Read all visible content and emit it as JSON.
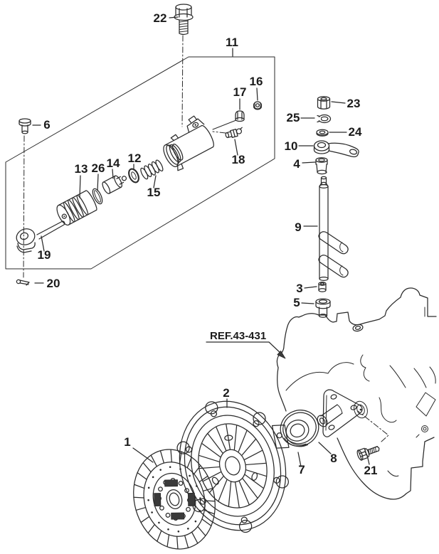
{
  "reference": {
    "label": "REF.43-431"
  },
  "colors": {
    "line": "#2a2a2a",
    "background": "#ffffff",
    "label": "#1b1b1b"
  },
  "callouts": {
    "p1": "1",
    "p2": "2",
    "p3": "3",
    "p4": "4",
    "p5": "5",
    "p6": "6",
    "p7": "7",
    "p8": "8",
    "p9": "9",
    "p10": "10",
    "p11": "11",
    "p12": "12",
    "p13": "13",
    "p14": "14",
    "p15": "15",
    "p16": "16",
    "p17": "17",
    "p18": "18",
    "p19": "19",
    "p20": "20",
    "p21": "21",
    "p22": "22",
    "p23": "23",
    "p24": "24",
    "p25": "25",
    "p26": "26"
  }
}
